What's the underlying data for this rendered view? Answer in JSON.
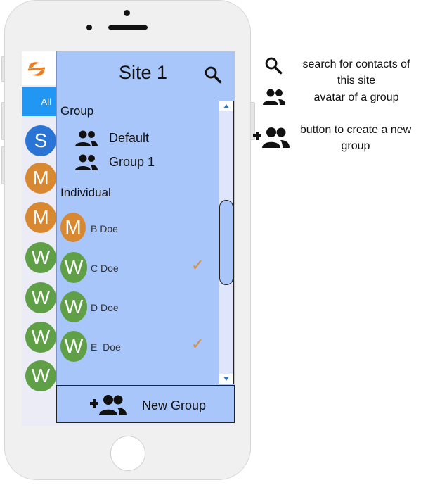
{
  "left_rail": {
    "all_tab": "All",
    "avatars": [
      {
        "letter": "S",
        "color": "#2a74d6"
      },
      {
        "letter": "M",
        "color": "#d98832"
      },
      {
        "letter": "M",
        "color": "#d98832"
      },
      {
        "letter": "W",
        "color": "#5f9f45"
      },
      {
        "letter": "W",
        "color": "#5f9f45"
      },
      {
        "letter": "W",
        "color": "#5f9f45"
      },
      {
        "letter": "W",
        "color": "#5f9f45"
      }
    ]
  },
  "panel": {
    "title": "Site 1",
    "group_section_label": "Group",
    "groups": [
      {
        "label": "Default"
      },
      {
        "label": "Group 1"
      }
    ],
    "individual_section_label": "Individual",
    "contacts": [
      {
        "letter": "M",
        "color": "#d98832",
        "name": "B Doe",
        "checked": false
      },
      {
        "letter": "W",
        "color": "#5f9f45",
        "name": "C Doe",
        "checked": true
      },
      {
        "letter": "W",
        "color": "#5f9f45",
        "name": "D Doe",
        "checked": false
      },
      {
        "letter": "W",
        "color": "#5f9f45",
        "name": "E  Doe",
        "checked": true
      }
    ],
    "check_glyph": "✓",
    "new_group_label": "New Group"
  },
  "legend": {
    "search_desc": [
      "search for contacts of",
      "this site"
    ],
    "group_avatar_desc": "avatar of a group",
    "create_group_desc": [
      "button to create a new",
      "group"
    ]
  },
  "icons": {
    "search": "search-icon",
    "group": "group-icon",
    "add_group": "add-group-icon"
  },
  "colors": {
    "panel_bg": "#a8c6fa",
    "tab_active": "#2196f3",
    "check": "#e08a2c"
  }
}
